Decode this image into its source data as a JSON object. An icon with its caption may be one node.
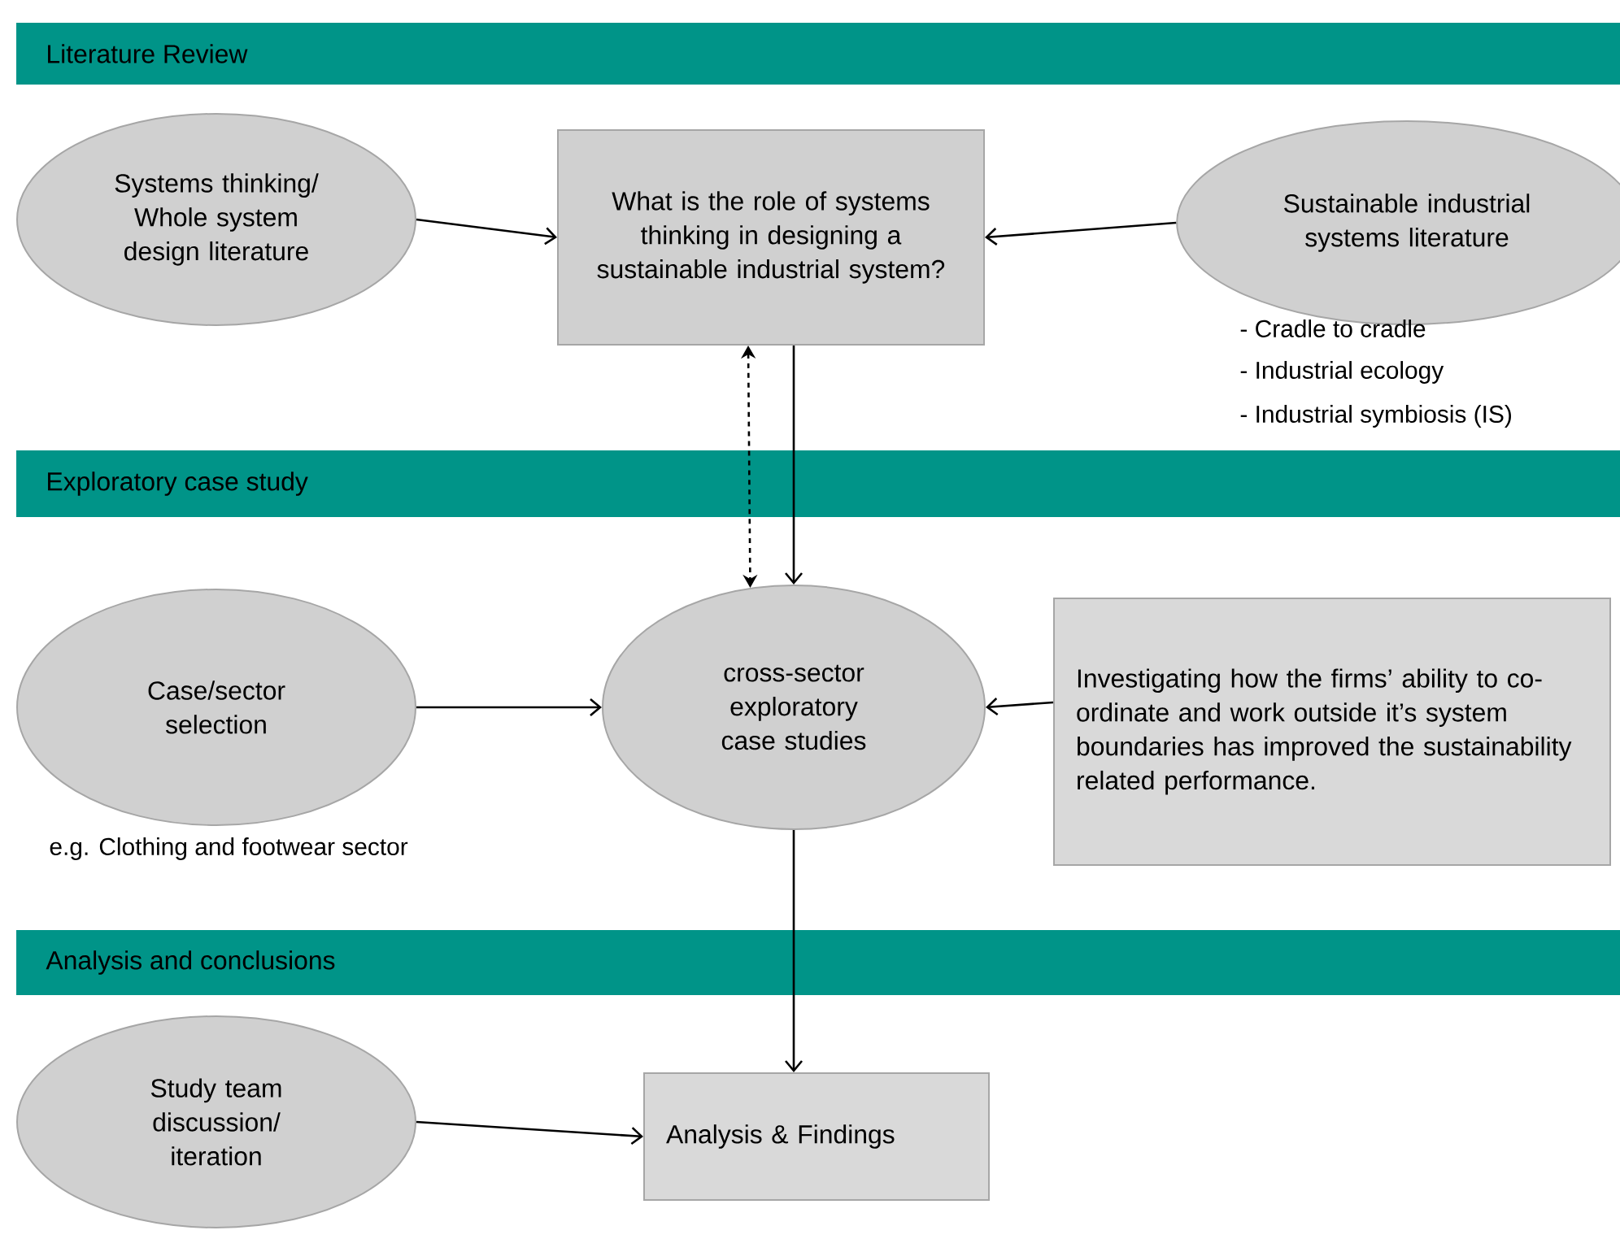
{
  "diagram": {
    "nodes": [
      {
        "text": [
          "Systems thinking/ Whole system design literature"
        ]
      },
      {
        "text": [
          "What is the role of systems thinking in designing a sustainable industrial system?"
        ]
      },
      {
        "text": [
          "Sustainable industrial systems literature"
        ],
        "beside": [
          "- Cradle to cradle",
          "- Industrial ecology",
          "- Industrial symbiosis (IS)"
        ]
      },
      {
        "text": [
          "Case/sector selection"
        ],
        "beside": [
          "e.g. Clothing and footwear sector"
        ]
      },
      {
        "text": [
          "cross-sector exploratory case studies"
        ]
      },
      {
        "text": [
          "Investigating how the firms’ ability to co-ordinate and work outside it’s system boundaries has improved the sustainability related performance."
        ]
      },
      {
        "text": [
          "Study team discussion/ iteration"
        ]
      },
      {
        "text": [
          "Analysis & Findings"
        ]
      }
    ],
    "edges": [
      {
        "from": 0,
        "to": 1,
        "arrow": "to"
      },
      {
        "from": 2,
        "to": 1,
        "arrow": "to"
      },
      {
        "from": 1,
        "to": 4,
        "arrow": "to"
      },
      {
        "from": 1,
        "to": 4,
        "arrow": "both",
        "style": "dashed"
      },
      {
        "from": 3,
        "to": 4,
        "arrow": "to"
      },
      {
        "from": 5,
        "to": 4,
        "arrow": "to"
      },
      {
        "from": 4,
        "to": 7,
        "arrow": "to"
      },
      {
        "from": 6,
        "to": 7,
        "arrow": "to"
      }
    ],
    "labels": [
      "Literature Review",
      "Exploratory case study",
      "Analysis and conclusions"
    ]
  }
}
